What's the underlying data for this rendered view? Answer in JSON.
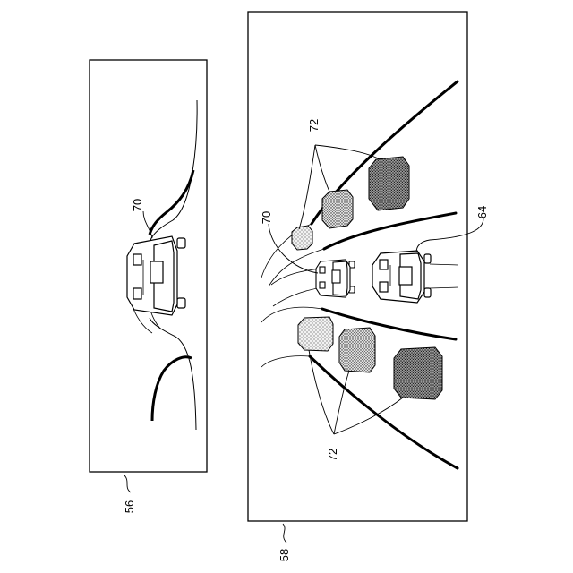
{
  "figure": {
    "left_panel": {
      "ref": "56",
      "vehicle_ref": "70"
    },
    "right_panel": {
      "ref": "58",
      "host_vehicle_ref": "64",
      "other_vehicle_ref": "70",
      "region_ref_top": "72",
      "region_ref_bottom": "72"
    }
  }
}
